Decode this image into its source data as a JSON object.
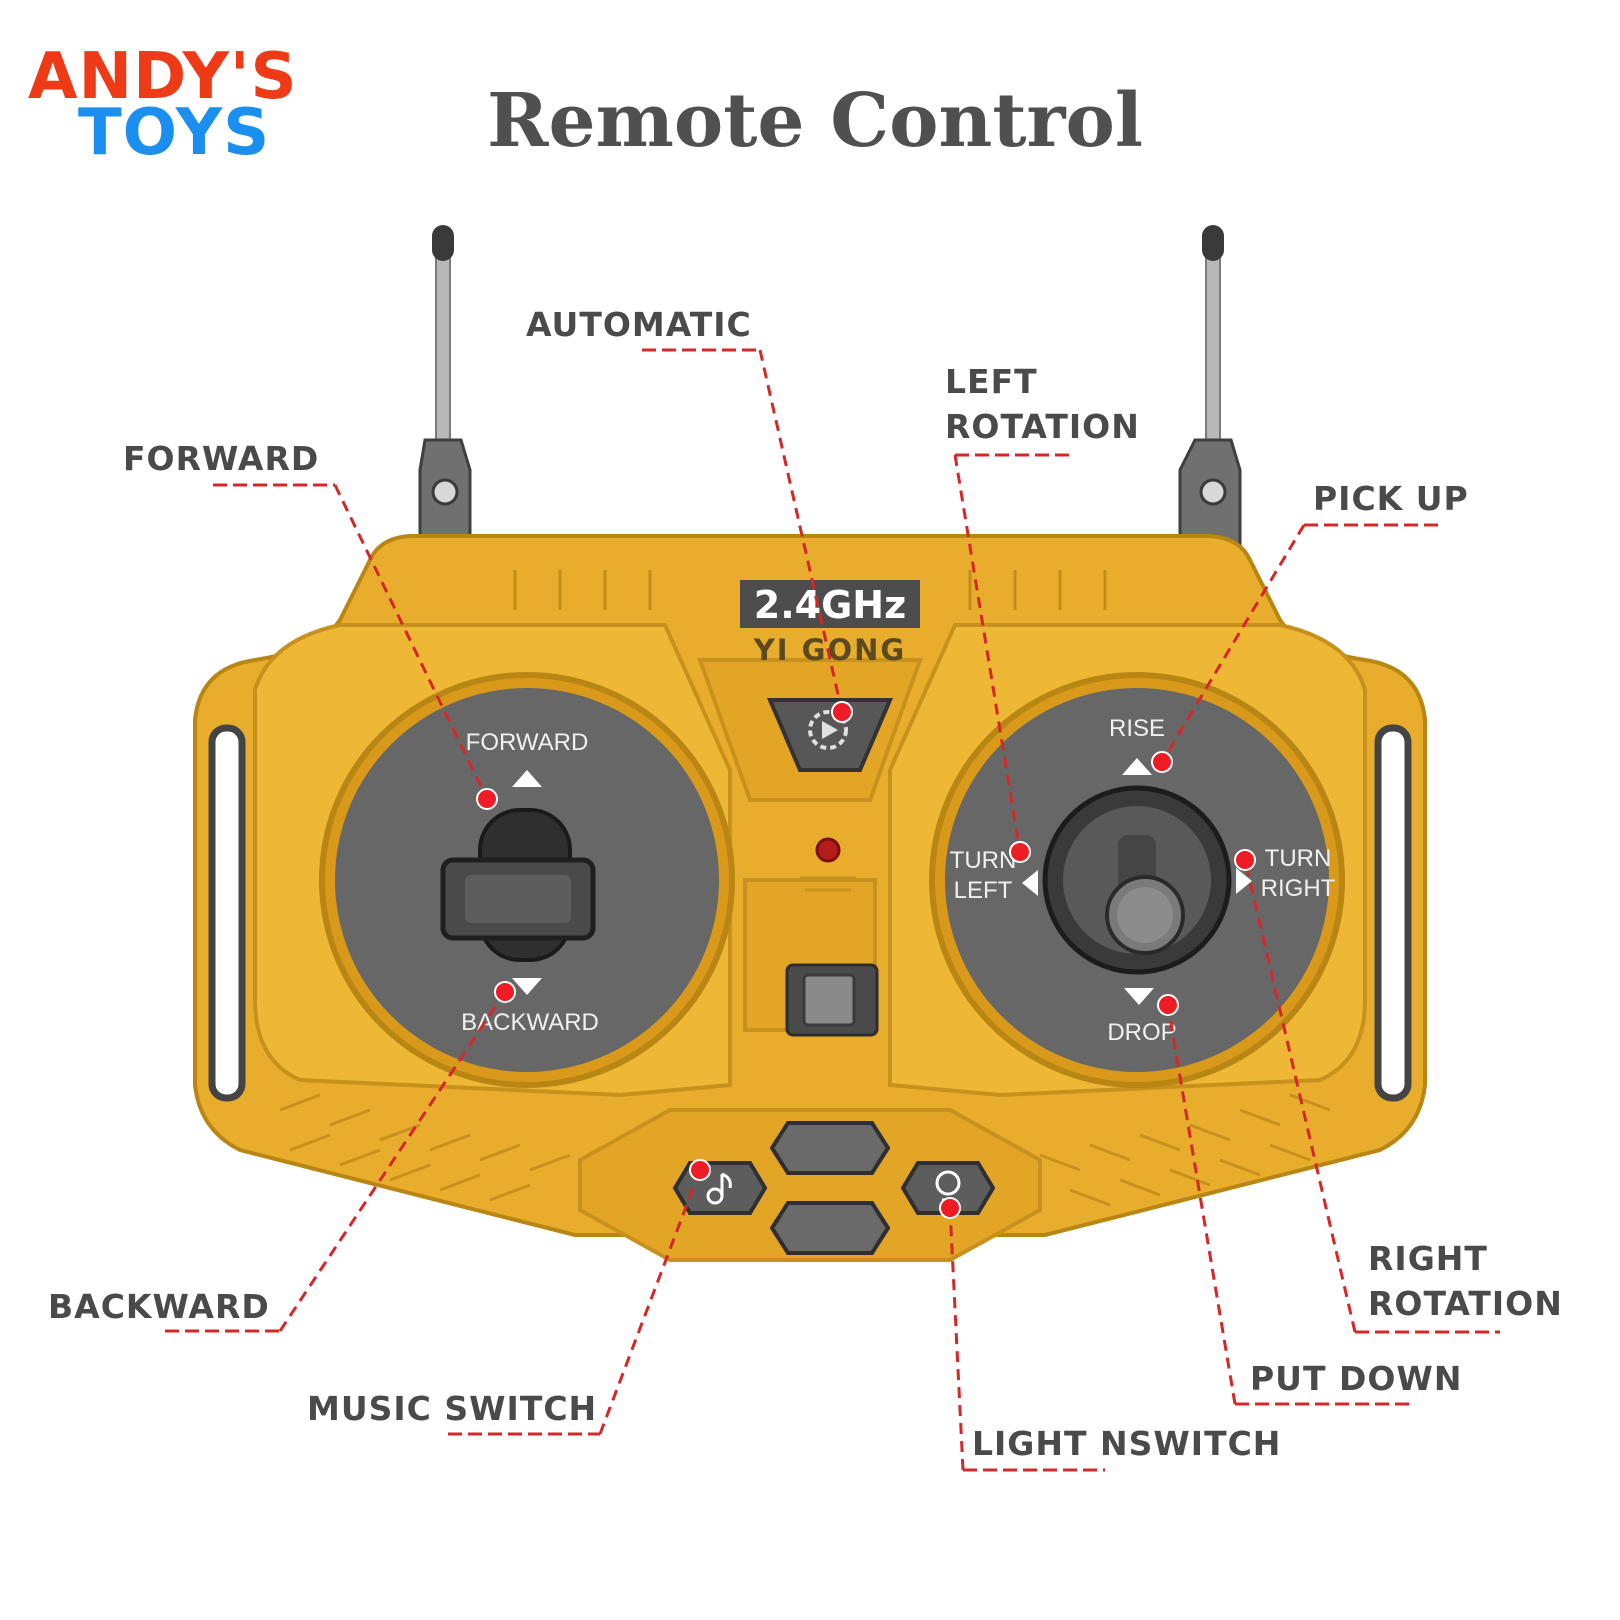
{
  "brand": {
    "line1": "ANDY'S",
    "line2": "TOYS"
  },
  "title": "Remote Control",
  "device": {
    "frequency": "2.4GHz",
    "maker": "YI GONG",
    "face_labels": {
      "forward": "FORWARD",
      "backward": "BACKWARD",
      "rise": "RISE",
      "drop": "DROP",
      "turn_left": [
        "TURN",
        "LEFT"
      ],
      "turn_right": [
        "TURN",
        "RIGHT"
      ]
    }
  },
  "callouts": {
    "automatic": "AUTOMATIC",
    "forward": "FORWARD",
    "left_rotation": [
      "LEFT",
      "ROTATION"
    ],
    "pick_up": "PICK UP",
    "backward": "BACKWARD",
    "music_switch": "MUSIC SWITCH",
    "light_switch": "LIGHT NSWITCH",
    "put_down": "PUT DOWN",
    "right_rotation": [
      "RIGHT",
      "ROTATION"
    ]
  },
  "colors": {
    "body": "#e8ad2c",
    "body_dark": "#c8901c",
    "panel_gray": "#6c6c6c",
    "leader_red": "#d42828",
    "brand_red": "#ee3a16",
    "brand_blue": "#1b8ff0"
  },
  "icons": [
    "gear-play-icon",
    "music-note-icon",
    "light-bulb-icon"
  ]
}
